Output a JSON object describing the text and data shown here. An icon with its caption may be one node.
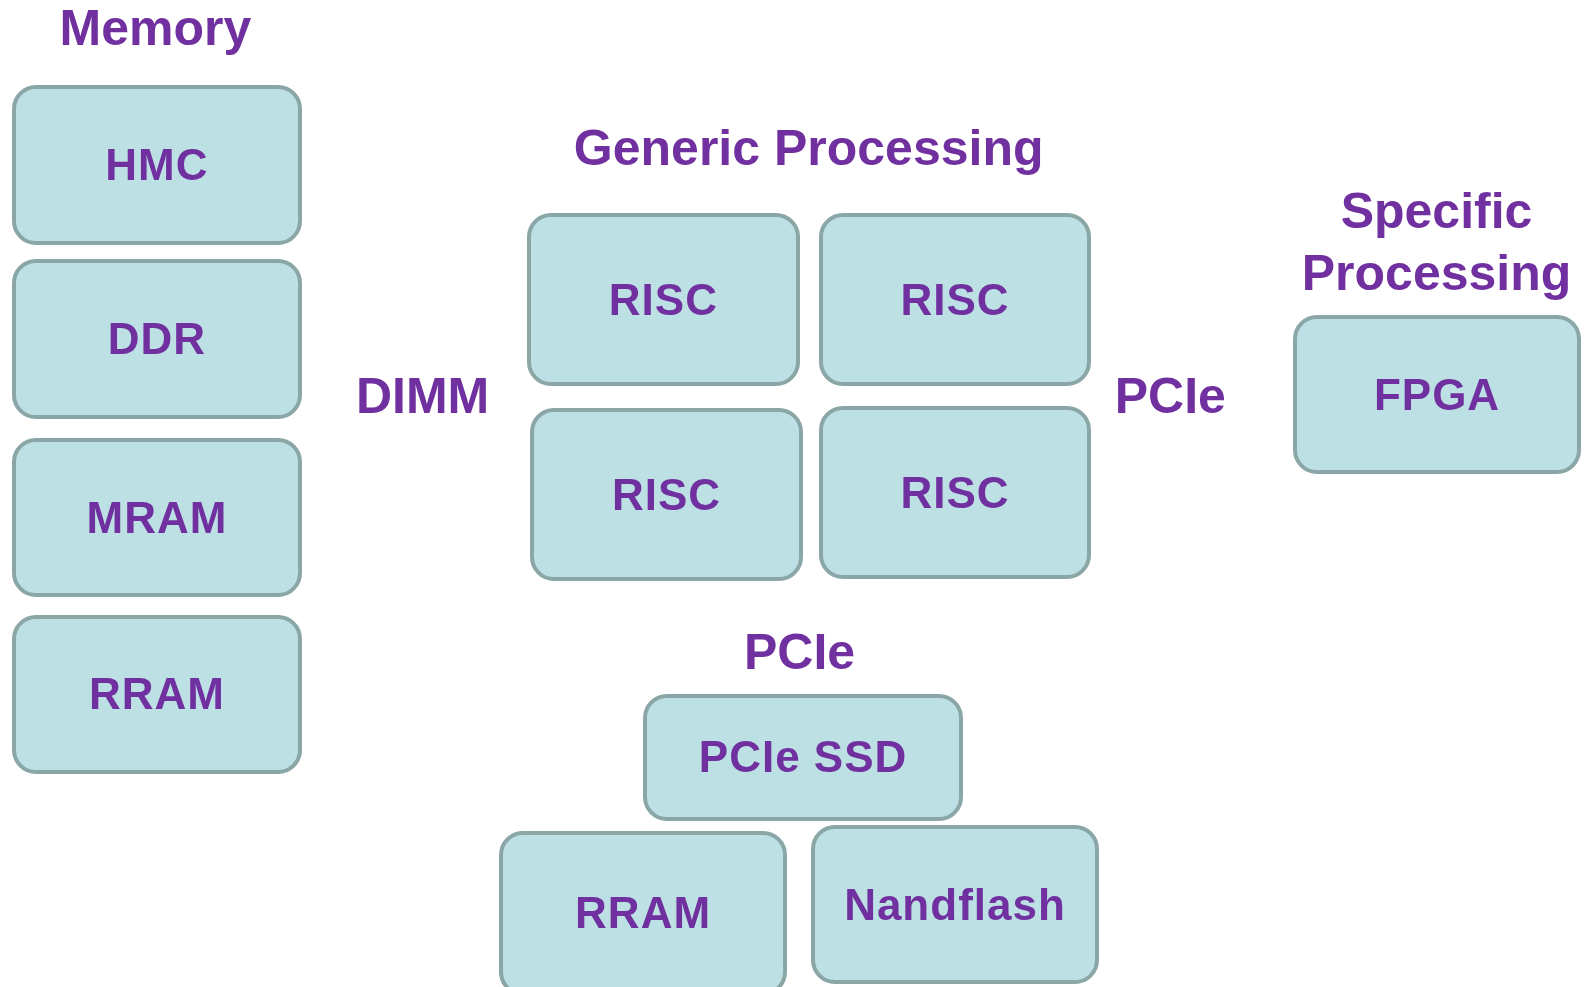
{
  "diagram": {
    "nodes": [
      {
        "text": [
          "HMC"
        ]
      },
      {
        "text": [
          "DDR"
        ]
      },
      {
        "text": [
          "MRAM"
        ]
      },
      {
        "text": [
          "RRAM"
        ]
      },
      {
        "text": [
          "RISC"
        ]
      },
      {
        "text": [
          "RISC"
        ]
      },
      {
        "text": [
          "RISC"
        ]
      },
      {
        "text": [
          "RISC"
        ]
      },
      {
        "text": [
          "FPGA"
        ]
      },
      {
        "text": [
          "PCIe SSD"
        ]
      },
      {
        "text": [
          "RRAM"
        ]
      },
      {
        "text": [
          "Nandflash"
        ]
      }
    ],
    "labels": [
      "Memory",
      "Generic Processing",
      "Specific Processing",
      "DIMM",
      "PCIe",
      "PCIe"
    ]
  }
}
